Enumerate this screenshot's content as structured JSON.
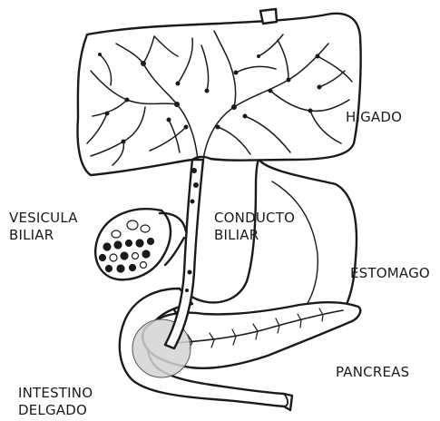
{
  "labels": {
    "liver": "HIGADO",
    "gallbladder": [
      "VESICULA",
      "BILIAR"
    ],
    "bile_duct": [
      "CONDUCTO",
      "BILIAR"
    ],
    "stomach": "ESTOMAGO",
    "pancreas": "PANCREAS",
    "small_intestine": [
      "INTESTINO",
      "DELGADO"
    ]
  },
  "colors": {
    "ink": "#1a1a1a",
    "background": "#ffffff",
    "highlight": "#d4d4d4"
  }
}
